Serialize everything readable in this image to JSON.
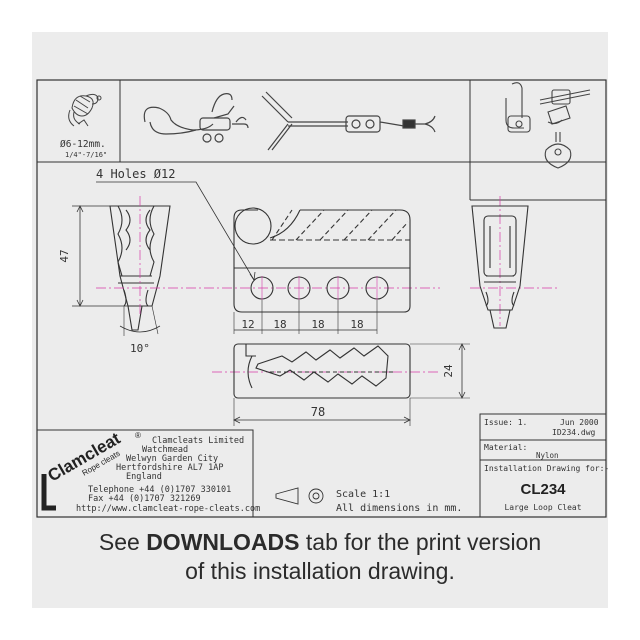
{
  "top_panel": {
    "loop_size_mm": "Ø6-12mm.",
    "loop_size_in": "1/4\"-7/16\""
  },
  "drawing": {
    "holes_label": "4 Holes Ø12",
    "height_dim": "47",
    "angle_dim": "10°",
    "hole_spacing": [
      "12",
      "18",
      "18",
      "18"
    ],
    "width_dim": "24",
    "length_dim": "78"
  },
  "company": {
    "name": "Clamcleats Limited",
    "street": "Watchmead",
    "city": "Welwyn Garden City",
    "county": "Hertfordshire AL7 1AP",
    "country": "England",
    "telephone": "Telephone +44 (0)1707 330101",
    "fax": "Fax +44 (0)1707 321269",
    "web": "http://www.clamcleat-rope-cleats.com",
    "logo_text": "Clamcleat",
    "logo_sub": "Rope cleats",
    "logo_reg": "®"
  },
  "scale": {
    "scale_text": "Scale 1:1",
    "units_text": "All dimensions in mm."
  },
  "title_block": {
    "issue_label": "Issue: 1.",
    "issue_date": "Jun 2000",
    "dwg": "ID234.dwg",
    "material_label": "Material:",
    "material": "Nylon",
    "install_label": "Installation Drawing for:-",
    "part_no": "CL234",
    "part_name": "Large Loop Cleat"
  },
  "footer": {
    "line1_pre": "See ",
    "line1_bold": "DOWNLOADS",
    "line1_post": " tab for the print version",
    "line2": "of this installation drawing."
  },
  "colors": {
    "frame_bg": "#ececec",
    "line": "#333333",
    "center_line": "#d63aa8"
  }
}
